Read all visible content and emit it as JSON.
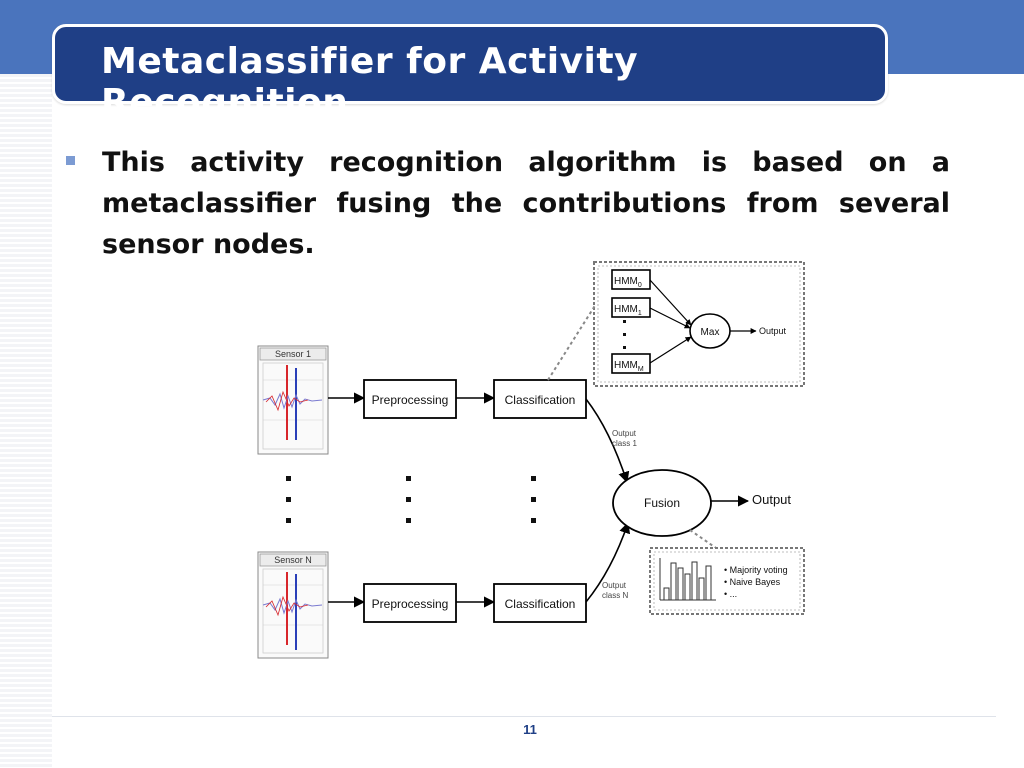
{
  "slide": {
    "title": "Metaclassifier for Activity Recognition",
    "bullet": "This activity recognition algorithm is based on a metaclassifier fusing the contributions from several sensor nodes.",
    "page_number": "11"
  },
  "diagram": {
    "sensor_top": "Sensor 1",
    "sensor_bottom": "Sensor N",
    "preprocessing": "Preprocessing",
    "classification": "Classification",
    "fusion": "Fusion",
    "output": "Output",
    "output_class_1": [
      "Output",
      "class 1"
    ],
    "output_class_n": [
      "Output",
      "class N"
    ],
    "hmm_items": [
      "HMM",
      "HMM",
      "HMM"
    ],
    "hmm_subscripts": [
      "0",
      "1",
      "M"
    ],
    "max_label": "Max",
    "max_output": "Output",
    "fusion_methods": [
      "• Majority voting",
      "• Naive Bayes",
      "• ..."
    ]
  },
  "colors": {
    "band": "#4a74bd",
    "title_bg": "#1f3f86",
    "bullet_marker": "#7c9bd3",
    "signal_red": "#d8262b",
    "signal_blue": "#2a3fb8"
  }
}
